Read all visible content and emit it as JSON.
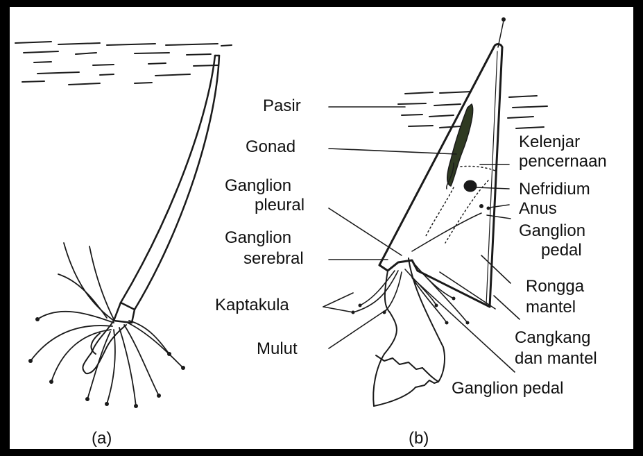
{
  "figure": {
    "caption_a": "(a)",
    "caption_b": "(b)"
  },
  "labels": {
    "pasir": "Pasir",
    "gonad": "Gonad",
    "ganglion_pleural_1": "Ganglion",
    "ganglion_pleural_2": "pleural",
    "ganglion_serebral_1": "Ganglion",
    "ganglion_serebral_2": "serebral",
    "kaptakula": "Kaptakula",
    "mulut": "Mulut",
    "kelenjar_1": "Kelenjar",
    "kelenjar_2": "pencernaan",
    "nefridium": "Nefridium",
    "anus": "Anus",
    "ganglion_pedal_r1": "Ganglion",
    "ganglion_pedal_r2": "pedal",
    "rongga_1": "Rongga",
    "rongga_2": "mantel",
    "cangkang_1": "Cangkang",
    "cangkang_2": "dan mantel",
    "ganglion_pedal_bottom": "Ganglion pedal"
  },
  "colors": {
    "frame": "#000000",
    "background": "#ffffff",
    "ink": "#1a1a1a",
    "gonad": "#2f3a22"
  }
}
